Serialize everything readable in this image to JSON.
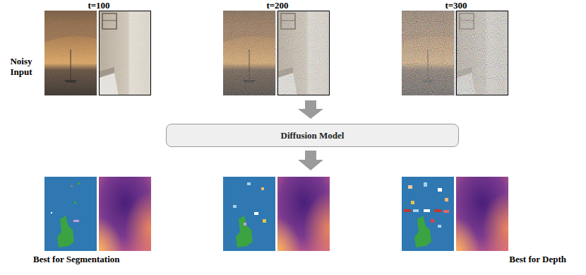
{
  "diagram": {
    "nodes": [
      {
        "text": [
          "Diffusion Model"
        ]
      }
    ],
    "labels": [
      "t=100",
      "t=200",
      "t=300",
      "Noisy Input",
      "Best for Segmentation",
      "Best for Depth"
    ]
  }
}
